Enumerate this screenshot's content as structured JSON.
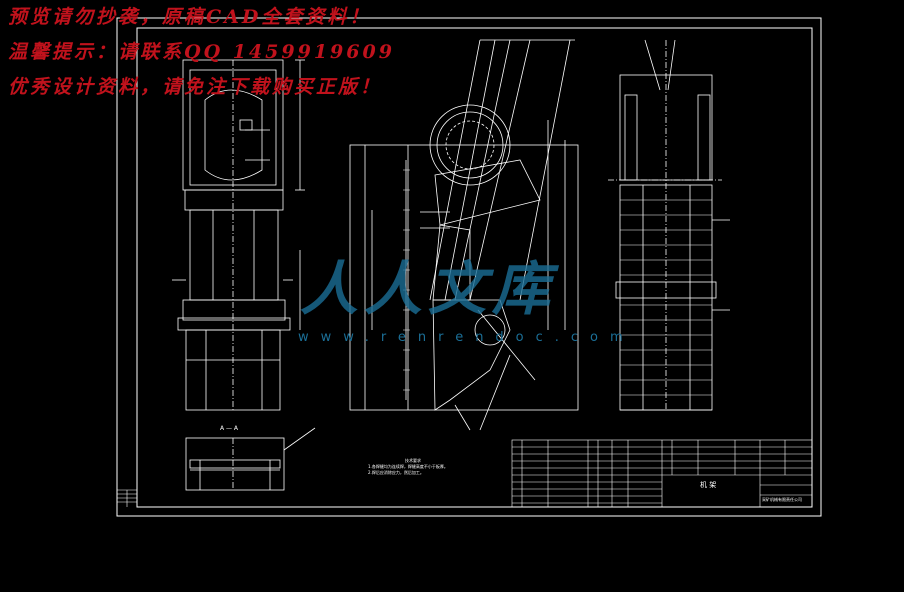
{
  "banner": {
    "line1": "预览请勿抄袭，原稿CAD全套资料！",
    "line2": "温馨提示：请联系QQ 1459919609",
    "line3": "优秀设计资料，请免注下载购买正版！"
  },
  "watermark": {
    "logo_text": "人人文库",
    "url": "www.renrendoc.com"
  },
  "drawing": {
    "section_label": "A — A",
    "notes_title": "技术要求",
    "notes": [
      "1.各焊缝均为连续焊，焊缝高度不小于板厚。",
      "2.焊后应消除应力，然后加工。"
    ],
    "title_block": {
      "part_name": "机 架",
      "company": "采矿机械有限责任公司"
    }
  },
  "colors": {
    "background": "#000000",
    "lines": "#ffffff",
    "banner_text": "#c1121c",
    "watermark": "#1b6f97"
  }
}
